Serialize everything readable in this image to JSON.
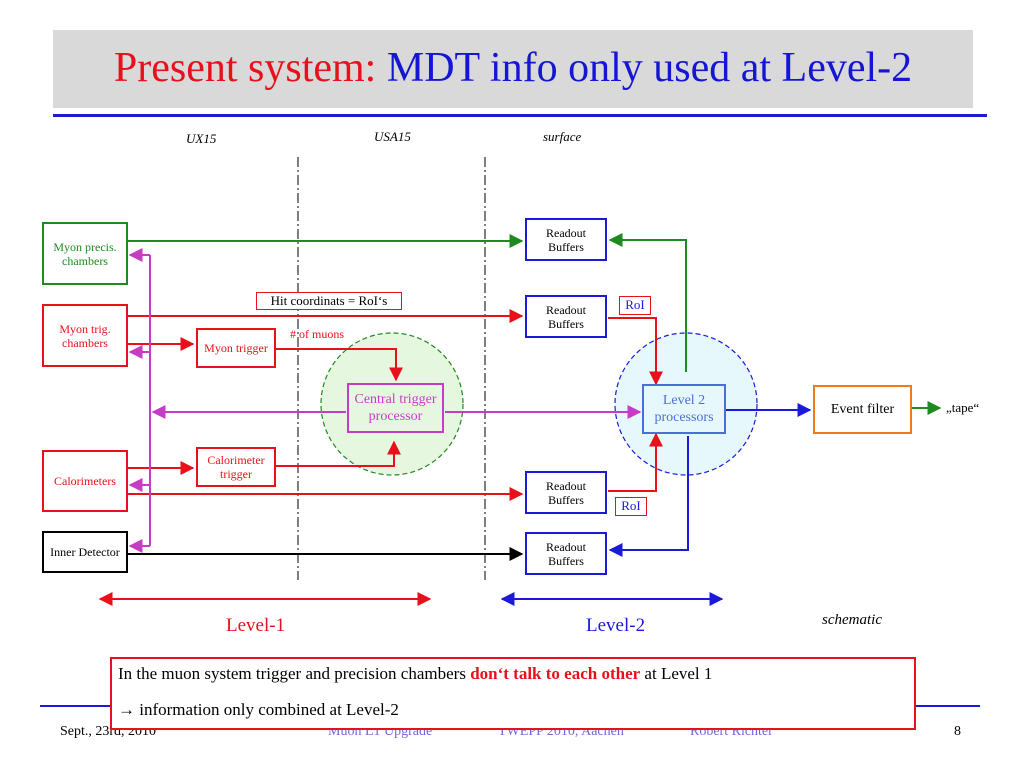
{
  "title": {
    "part1": "Present system:",
    "part2": "MDT info only used at Level-2"
  },
  "zones": {
    "ux15": "UX15",
    "usa15": "USA15",
    "surface": "surface"
  },
  "boxes": {
    "myon_precis": "Myon precis. chambers",
    "myon_trig": "Myon trig. chambers",
    "calorimeters": "Calorimeters",
    "inner_detector": "Inner Detector",
    "myon_trigger": "Myon trigger",
    "calorimeter_trigger": "Calorimeter trigger",
    "central_trigger": "Central trigger processor",
    "level2": "Level 2 processors",
    "readout_buffers": "Readout Buffers",
    "event_filter": "Event filter"
  },
  "labels": {
    "hit_coordinates": "Hit coordinats = RoI‘s",
    "num_muons": "# of muons",
    "roi": "RoI",
    "tape": "„tape“",
    "level1": "Level-1",
    "level2": "Level-2",
    "schematic": "schematic"
  },
  "colors": {
    "red": "#e8101a",
    "blue": "#1a1ad8",
    "green": "#1f8a1f",
    "violet": "#c73cc7",
    "orange": "#ef7a1a"
  },
  "note": {
    "line1_before": "In the muon system trigger and precision chambers ",
    "line1_emph": "don‘t talk to each other",
    "line1_after": " at Level 1",
    "line2_arrow": "→",
    "line2": " information only combined at Level-2"
  },
  "footer": {
    "date": "Sept., 23rd, 2010",
    "center": "Muon L1 Upgrade",
    "venue": "TWEPP 2010, Aachen",
    "author": "Robert Richter",
    "page": "8"
  }
}
